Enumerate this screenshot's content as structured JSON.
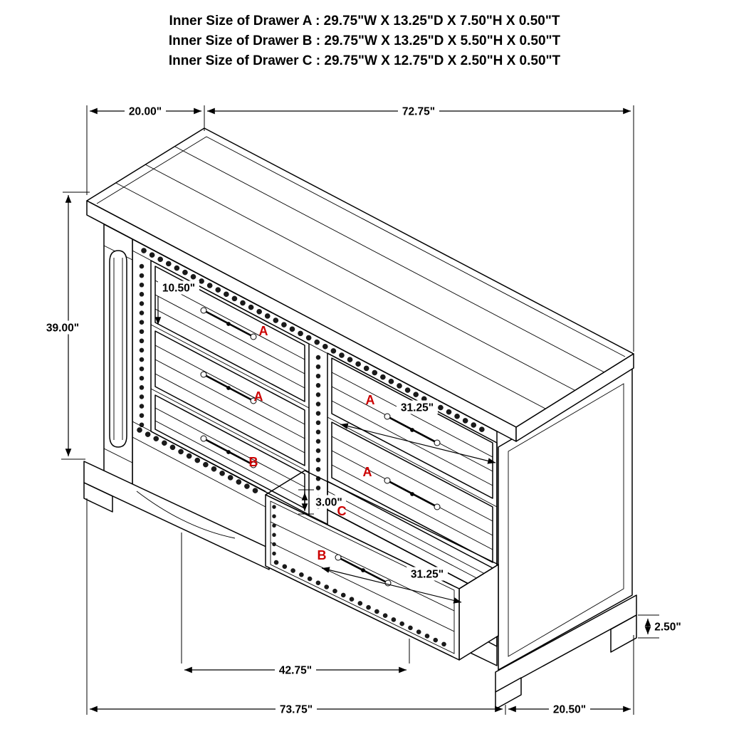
{
  "header": {
    "lines": [
      "Inner Size of Drawer A : 29.75\"W X 13.25\"D X 7.50\"H X 0.50\"T",
      "Inner Size of Drawer B : 29.75\"W X 13.25\"D X 5.50\"H X 0.50\"T",
      "Inner Size of Drawer C : 29.75\"W X 12.75\"D X 2.50\"H X 0.50\"T"
    ]
  },
  "dims": {
    "top_depth": "20.00\"",
    "top_length": "72.75\"",
    "height": "39.00\"",
    "drawer_inner_depth": "10.50\"",
    "drawer_width_upper": "31.25\"",
    "gap_height": "3.00\"",
    "drawer_width_lower": "31.25\"",
    "open_drawer_width": "42.75\"",
    "base_height": "2.50\"",
    "overall_length": "73.75\"",
    "overall_depth": "20.50\""
  },
  "marks": {
    "left_a1": "A",
    "left_a2": "A",
    "left_b": "B",
    "right_a1": "A",
    "right_a2": "A",
    "c": "C",
    "bottom_b": "B"
  },
  "colors": {
    "line": "#000000",
    "mark_red": "#cc0000",
    "background": "#ffffff"
  }
}
